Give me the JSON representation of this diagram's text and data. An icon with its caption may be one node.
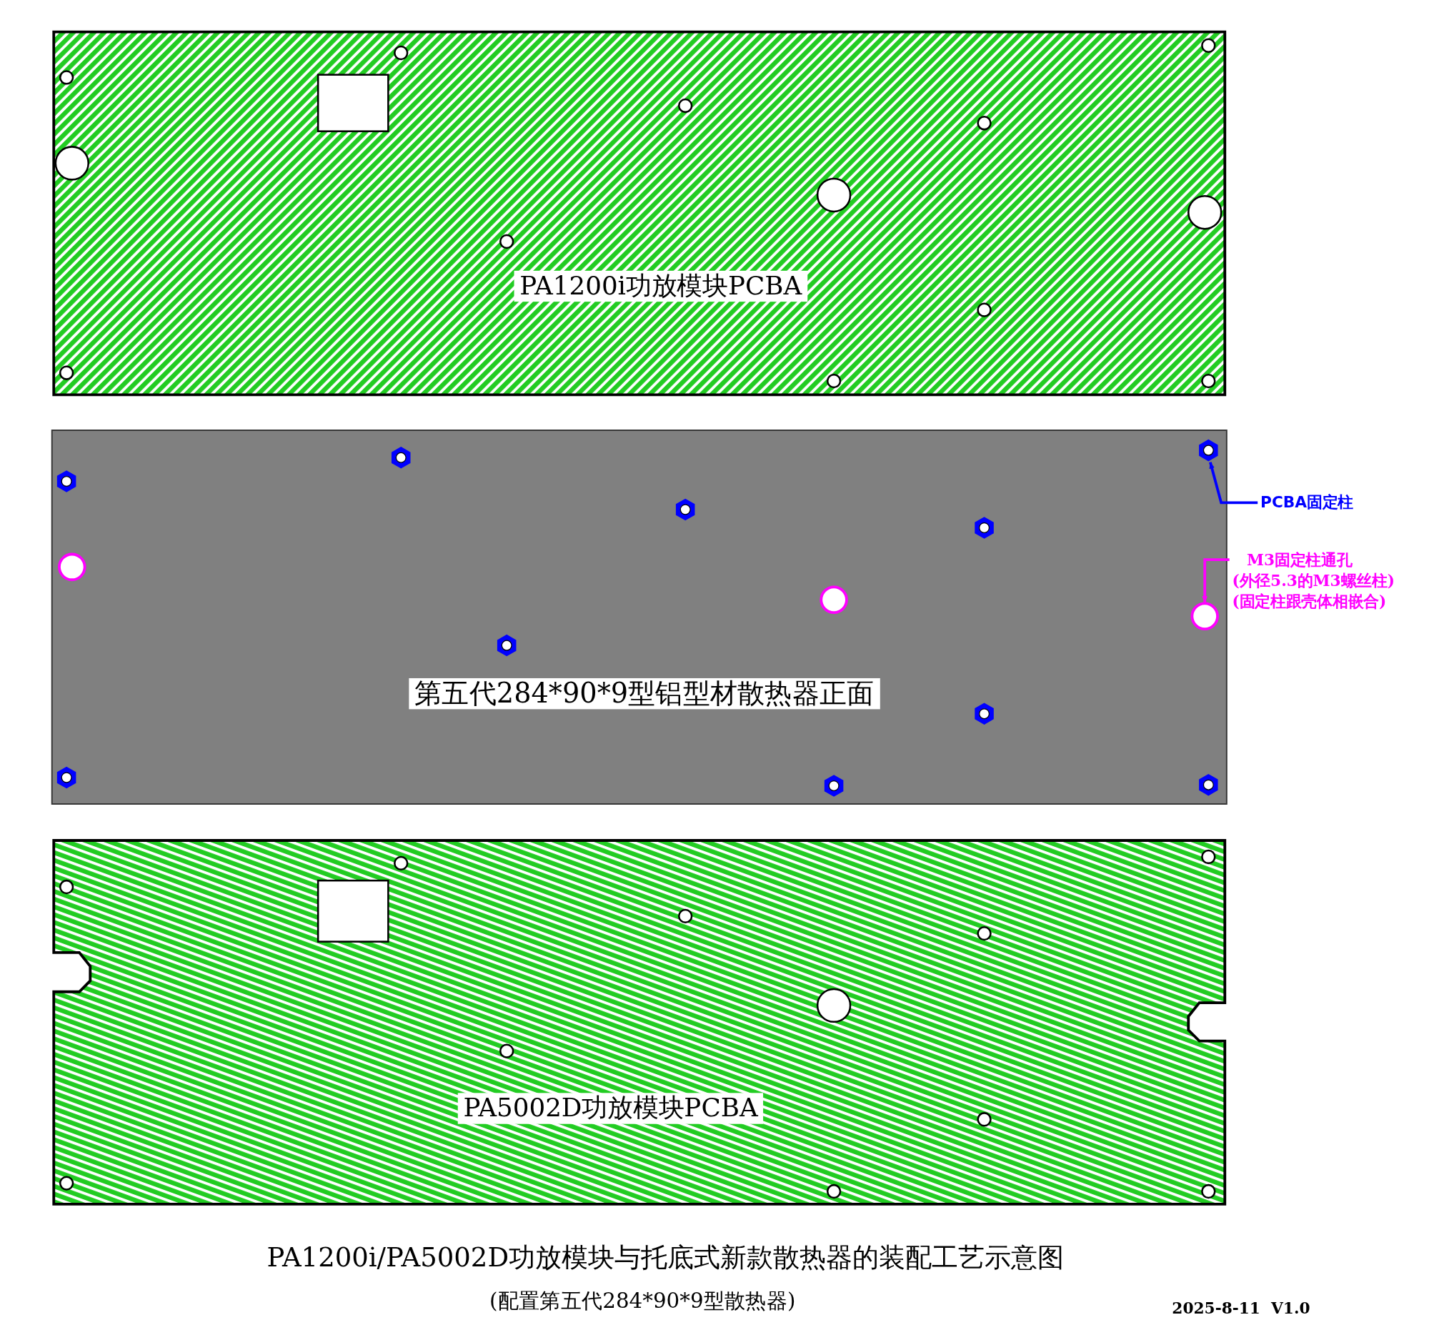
{
  "diagram": {
    "title": "PA1200i/PA5002D功放模块与托底式新款散热器的装配工艺示意图",
    "nodes": [
      {
        "text": [
          "PA1200i功放模块PCBA"
        ]
      },
      {
        "text": [
          "第五代284*90*9型铝型材散热器正面"
        ]
      },
      {
        "text": [],
        "shape": "hexagon",
        "in": 1
      },
      {
        "text": [],
        "shape": "circle",
        "in": 1
      },
      {
        "text": [],
        "shape": "circle",
        "in": 1
      },
      {
        "text": [],
        "shape": "circle",
        "in": 1
      },
      {
        "text": [
          "PCBA固定柱"
        ]
      },
      {
        "text": [
          "M3固定柱通孔",
          "(外径5.3的M3螺丝柱)",
          "(固定柱跟壳体相嵌合)"
        ]
      },
      {
        "text": [
          "PA5002D功放模块PCBA"
        ]
      },
      {
        "text": [],
        "shape": "box",
        "in": 0
      },
      {
        "text": [],
        "shape": "box",
        "in": 8
      }
    ],
    "edges": [
      {
        "from": 6,
        "to": 2,
        "arrow": "to",
        "color": "#0000ff"
      },
      {
        "from": 7,
        "to": 5,
        "arrow": "to",
        "color": "#ff00ff"
      }
    ],
    "labels": [
      "(配置第五代284*90*9型散热器)",
      "2025-8-11  V1.0"
    ]
  }
}
